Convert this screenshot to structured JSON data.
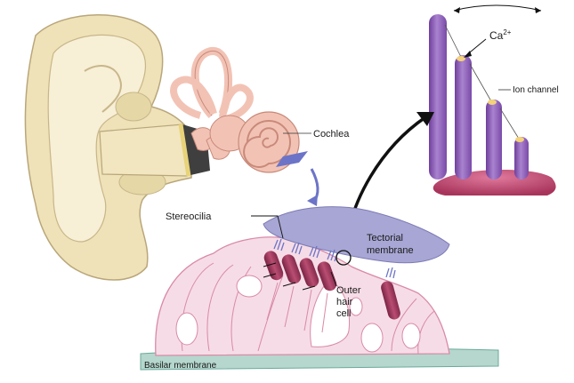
{
  "labels": {
    "cochlea": "Cochlea",
    "calcium": "Ca",
    "calcium_sup": "2+",
    "ion_channel": "Ion channel",
    "stereocilia": "Stereocilia",
    "tectorial_line1": "Tectorial",
    "tectorial_line2": "membrane",
    "outer_line1": "Outer",
    "outer_line2": "hair",
    "outer_line3": "cell",
    "basilar": "Basilar membrane"
  },
  "colors": {
    "ear_skin": "#efe2b8",
    "ear_outline": "#b9a67a",
    "cochlea": "#f2c3b5",
    "tectorial": "#a7a6d4",
    "organ_pink": "#f6dce6",
    "organ_outline": "#d98aa8",
    "hair_cell": "#9c3557",
    "stereocilia_purple": "#8d5fb5",
    "cell_base": "#c64d78",
    "basilar": "#b5d7cd",
    "arrow": "#111111"
  }
}
